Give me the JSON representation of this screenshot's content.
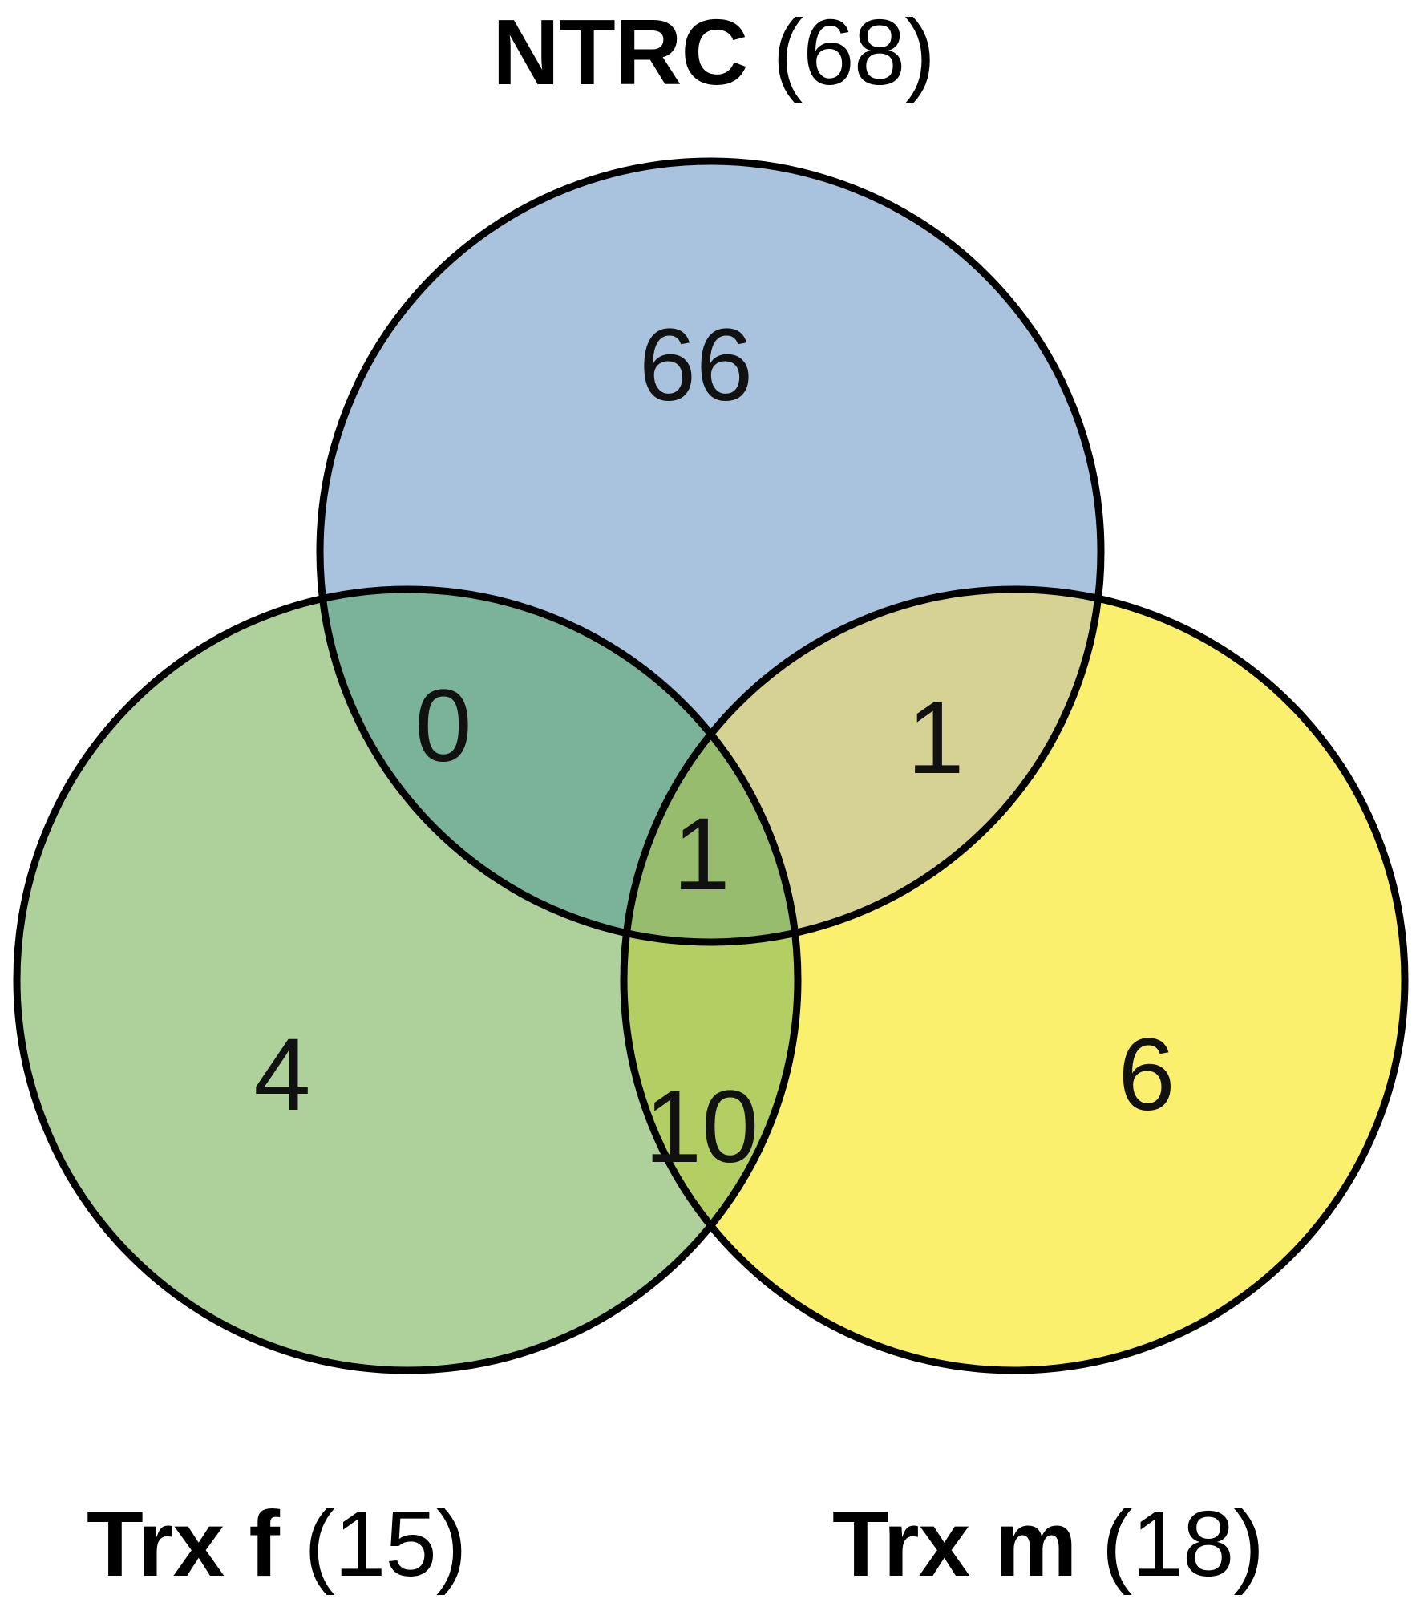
{
  "figure": {
    "type": "venn3",
    "background_color": "#ffffff",
    "outline_color": "#000000",
    "outline_width": 9
  },
  "chart_data": {
    "type": "venn",
    "title": "",
    "sets": [
      {
        "id": "A",
        "label": "NTRC",
        "total": 68,
        "label_text": "NTRC (68)",
        "color": "#a9c2de",
        "position": "top"
      },
      {
        "id": "B",
        "label": "Trx f",
        "total": 15,
        "label_text": "Trx f (15)",
        "color": "#aed09b",
        "position": "bottom-left"
      },
      {
        "id": "C",
        "label": "Trx m",
        "total": 18,
        "label_text": "Trx m (18)",
        "color": "#fbf06e",
        "position": "bottom-right"
      }
    ],
    "regions": [
      {
        "key": "A",
        "label": "NTRC only",
        "value": 66,
        "color": "#a9c2de"
      },
      {
        "key": "B",
        "label": "Trx f only",
        "value": 4,
        "color": "#aed09b"
      },
      {
        "key": "C",
        "label": "Trx m only",
        "value": 6,
        "color": "#fbf06e"
      },
      {
        "key": "AB",
        "label": "NTRC & Trx f",
        "value": 0,
        "color": "#7ab29a"
      },
      {
        "key": "AC",
        "label": "NTRC & Trx m",
        "value": 1,
        "color": "#d6d293"
      },
      {
        "key": "BC",
        "label": "Trx f & Trx m",
        "value": 10,
        "color": "#b3ce63"
      },
      {
        "key": "ABC",
        "label": "NTRC & Trx f & Trx m",
        "value": 1,
        "color": "#97bc6d"
      }
    ],
    "legend": "none",
    "grid": false
  },
  "labels": {
    "top": {
      "name": "NTRC",
      "count": "(68)"
    },
    "bottom_left": {
      "name": "Trx f",
      "count": "(15)"
    },
    "bottom_right": {
      "name": "Trx m",
      "count": "(18)"
    }
  },
  "counts": {
    "ntrc_only": "66",
    "trxf_only": "4",
    "trxm_only": "6",
    "ntrc_trxf": "0",
    "ntrc_trxm": "1",
    "trxf_trxm": "10",
    "all_three": "1"
  },
  "colors": {
    "ntrc": "#a9c2de",
    "trxf": "#aed09b",
    "trxm": "#fbf06e",
    "ntrc_trxf": "#7ab29a",
    "ntrc_trxm": "#d6d293",
    "trxf_trxm": "#b3ce63",
    "all_three": "#97bc6d",
    "outline": "#000000",
    "text": "#000000"
  }
}
